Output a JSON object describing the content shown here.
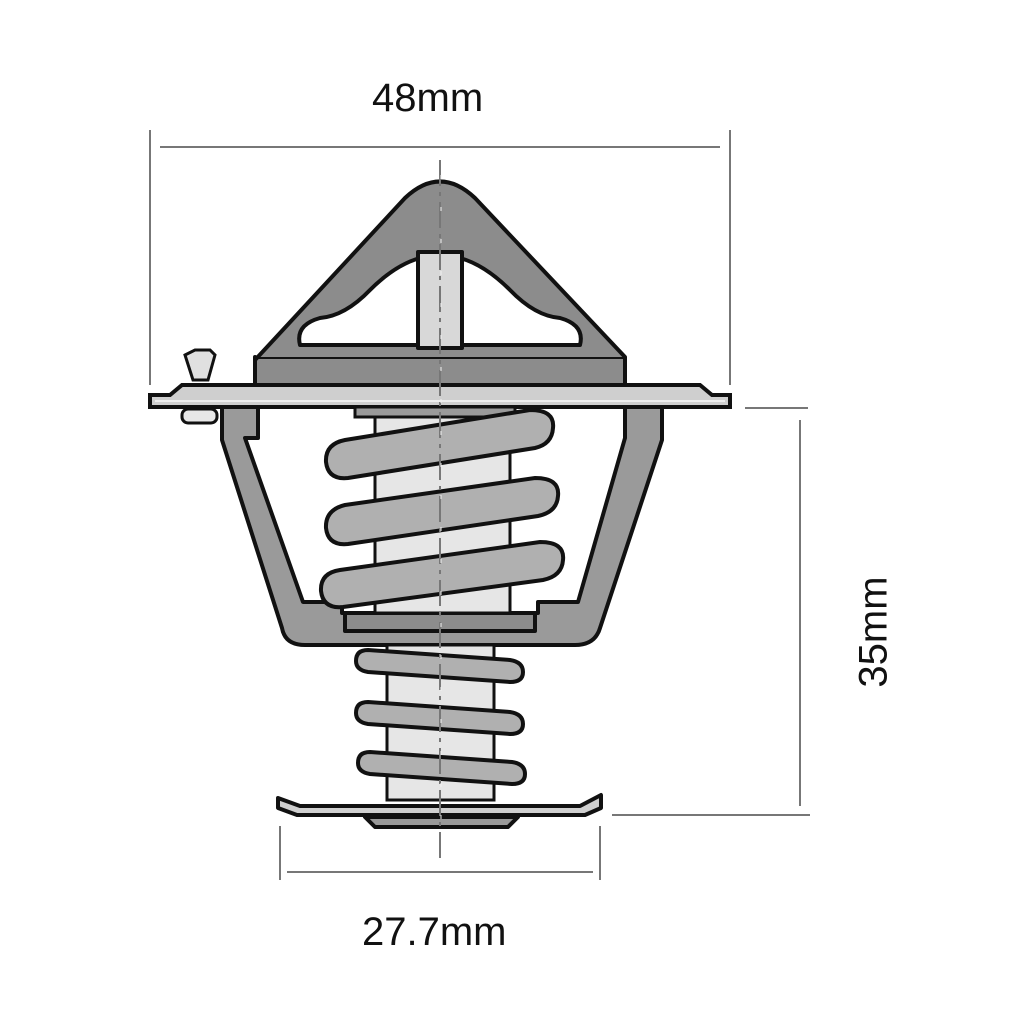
{
  "diagram": {
    "subject": "thermostat",
    "dimensions": {
      "flange_width": "48mm",
      "overall_height": "35mm",
      "base_width": "27.7mm"
    },
    "colors": {
      "body_dark": "#8c8c8c",
      "body_mid": "#a9a9a9",
      "body_light": "#d8d8d8",
      "stem": "#e6e6e6",
      "outline": "#111111",
      "dimension_line": "#777777",
      "background": "#ffffff"
    }
  }
}
